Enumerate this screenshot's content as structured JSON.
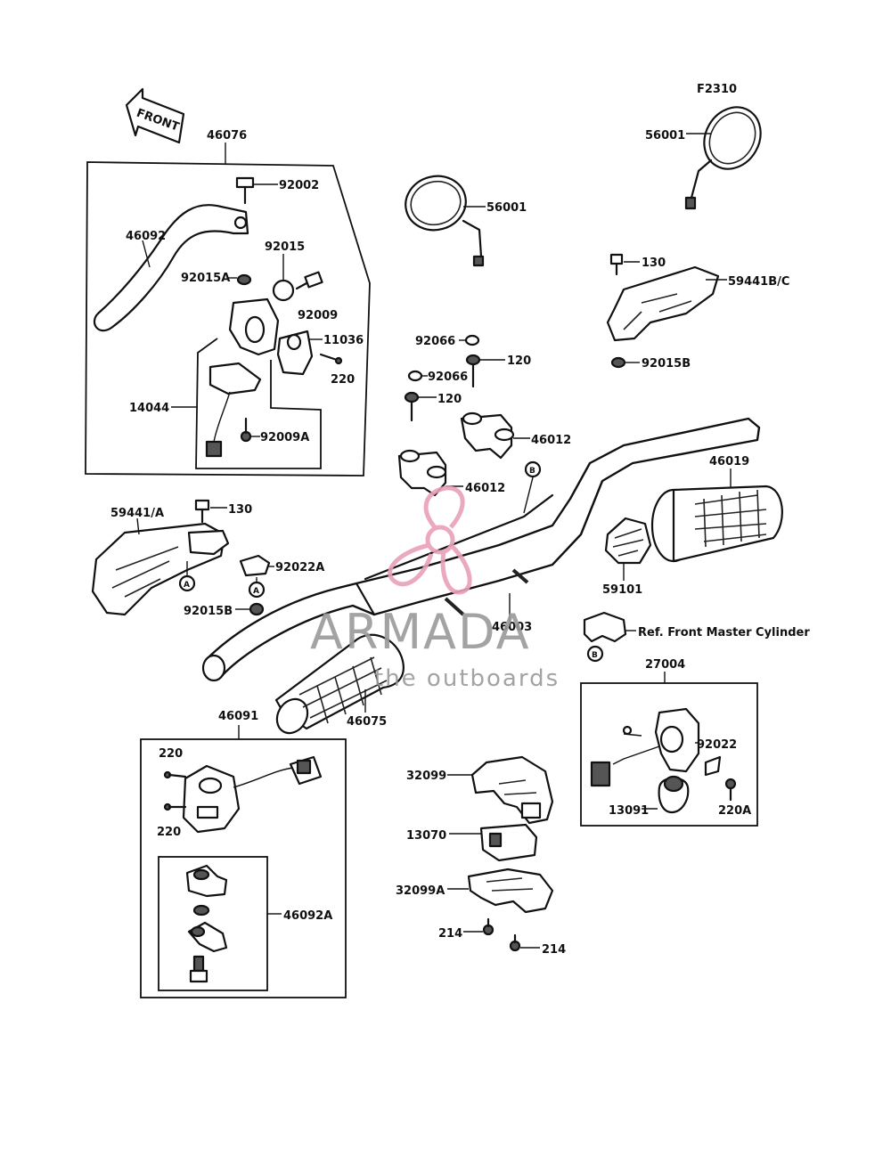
{
  "figure_code": "F2310",
  "front_arrow_label": "FRONT",
  "ref_note": "Ref. Front Master Cylinder",
  "circle_marks": {
    "a": "A",
    "b": "B"
  },
  "watermark": {
    "brand": "ARMADA",
    "tagline": "the outboards",
    "colors": {
      "logo": "#e9a0b8",
      "text": "#9a9a9a"
    }
  },
  "callouts": {
    "c46076": "46076",
    "c92002": "92002",
    "c46092": "46092",
    "c92015": "92015",
    "c92015A": "92015A",
    "c92009": "92009",
    "c11036": "11036",
    "c220_top": "220",
    "c14044": "14044",
    "c92009A": "92009A",
    "c56001_left": "56001",
    "c56001_right": "56001",
    "c130_top": "130",
    "c59441BC": "59441B/C",
    "c92015B_top": "92015B",
    "c92066_a": "92066",
    "c120_a": "120",
    "c92066_b": "92066",
    "c120_b": "120",
    "c46012_a": "46012",
    "c46012_b": "46012",
    "c46019": "46019",
    "c59441A": "59441/A",
    "c130_left": "130",
    "c92022A": "92022A",
    "c92015B_left": "92015B",
    "c59101": "59101",
    "c46003": "46003",
    "c27004": "27004",
    "c92022": "92022",
    "c13091": "13091",
    "c220A": "220A",
    "c46075": "46075",
    "c46091": "46091",
    "c220_a": "220",
    "c220_b": "220",
    "c46092A": "46092A",
    "c32099": "32099",
    "c13070": "13070",
    "c32099A": "32099A",
    "c214_a": "214",
    "c214_b": "214"
  }
}
